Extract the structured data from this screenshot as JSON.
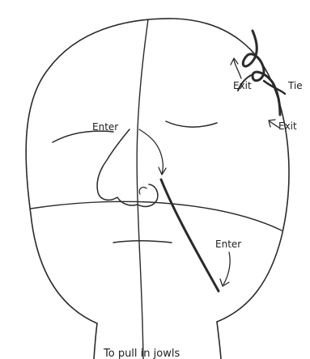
{
  "labels": {
    "enter_left": "Enter",
    "exit_top": "Exit",
    "tie": "Tie",
    "exit_right": "Exit",
    "enter_bottom": "Enter",
    "caption": "To pull in jowls"
  }
}
